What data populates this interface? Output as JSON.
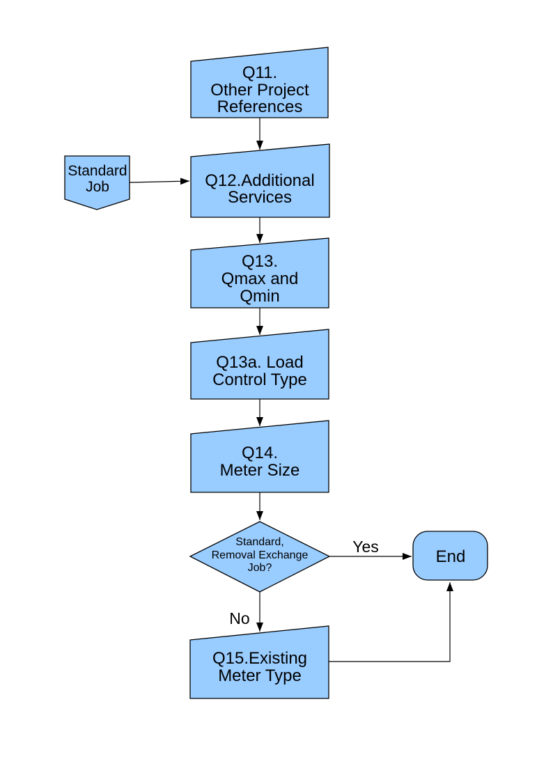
{
  "flowchart": {
    "colors": {
      "node_fill": "#99CCFF",
      "node_stroke": "#000000",
      "connector": "#000000",
      "text": "#000000",
      "background": "#FFFFFF"
    },
    "nodes": {
      "q11": {
        "type": "manual-input",
        "lines": [
          "Q11.",
          "Other Project",
          "References"
        ]
      },
      "standard_job": {
        "type": "off-page-connector",
        "lines": [
          "Standard",
          "Job"
        ]
      },
      "q12": {
        "type": "manual-input",
        "lines": [
          "Q12.Additional",
          "Services"
        ]
      },
      "q13": {
        "type": "manual-input",
        "lines": [
          "Q13.",
          "Qmax and",
          "Qmin"
        ]
      },
      "q13a": {
        "type": "manual-input",
        "lines": [
          "Q13a. Load",
          "Control Type"
        ]
      },
      "q14": {
        "type": "manual-input",
        "lines": [
          "Q14.",
          "Meter Size"
        ]
      },
      "decision": {
        "type": "decision",
        "lines": [
          "Standard,",
          "Removal Exchange",
          "Job?"
        ]
      },
      "end": {
        "type": "terminator",
        "lines": [
          "End"
        ]
      },
      "q15": {
        "type": "manual-input",
        "lines": [
          "Q15.Existing",
          "Meter Type"
        ]
      }
    },
    "edge_labels": {
      "yes": "Yes",
      "no": "No"
    }
  }
}
